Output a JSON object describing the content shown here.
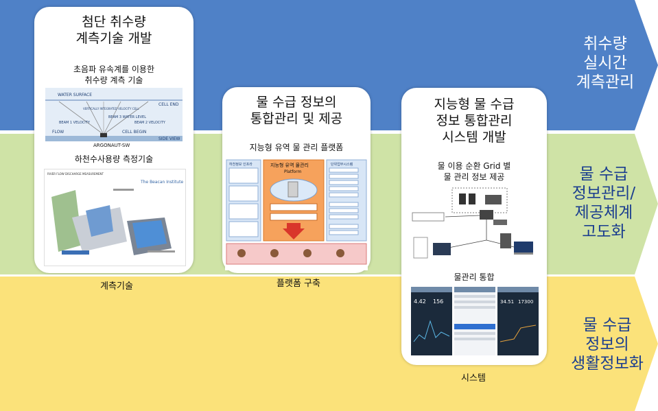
{
  "bands": [
    {
      "label_lines": [
        "취수량",
        "실시간",
        "계측관리"
      ],
      "color": "#4f81c7",
      "text_color": "#ffffff"
    },
    {
      "label_lines": [
        "물 수급",
        "정보관리/",
        "제공체계",
        "고도화"
      ],
      "color": "#cfe3a6",
      "text_color": "#1a3d8f"
    },
    {
      "label_lines": [
        "물 수급",
        "정보의",
        "생활정보화"
      ],
      "color": "#fbe27a",
      "text_color": "#1a3d8f"
    }
  ],
  "cards": [
    {
      "title_lines": [
        "첨단 취수량",
        "계측기술 개발"
      ],
      "sub1_lines": [
        "초음파 유속계를 이용한",
        "취수량 계측 기술"
      ],
      "sub2": "하천수사용량 측정기술",
      "caption": "계측기술",
      "figure1": {
        "labels": [
          "WATER SURFACE",
          "CELL END",
          "VERTICALLY INTEGRATED VELOCITY CELL",
          "BEAM 3 WATER LEVEL",
          "BEAM 1 VELOCITY",
          "BEAM 2 VELOCITY",
          "FLOW",
          "CELL BEGIN",
          "SIDE VIEW",
          "ARGONAUT-SW"
        ]
      },
      "figure2": {
        "header": "RIVER FLOW DISCHARGE MEASUREMENT",
        "brand": "The Beacan Institute"
      }
    },
    {
      "title_lines": [
        "물 수급 정보의",
        "통합관리 및 제공"
      ],
      "sub1_lines": [
        "지능형 유역 물 관리 플랫폼"
      ],
      "caption": "플랫폼 구축",
      "figure1": {
        "left_header": "하천정보 인프라",
        "center_title": "지능형 유역 물관리",
        "center_sub": "Platform",
        "right_header": "단위업무시스템"
      }
    },
    {
      "title_lines": [
        "지능형 물 수급",
        "정보 통합관리",
        "시스템 개발"
      ],
      "sub1_lines": [
        "물 이용 순환 Grid 별",
        "물 관리 정보 제공"
      ],
      "sub2": "물관리 통합",
      "caption": "시스템",
      "figure2": {
        "phones": [
          {
            "values": [
              "4.42",
              "156"
            ]
          },
          {
            "values": []
          },
          {
            "values": [
              "34.51",
              "17300"
            ]
          }
        ]
      }
    }
  ]
}
